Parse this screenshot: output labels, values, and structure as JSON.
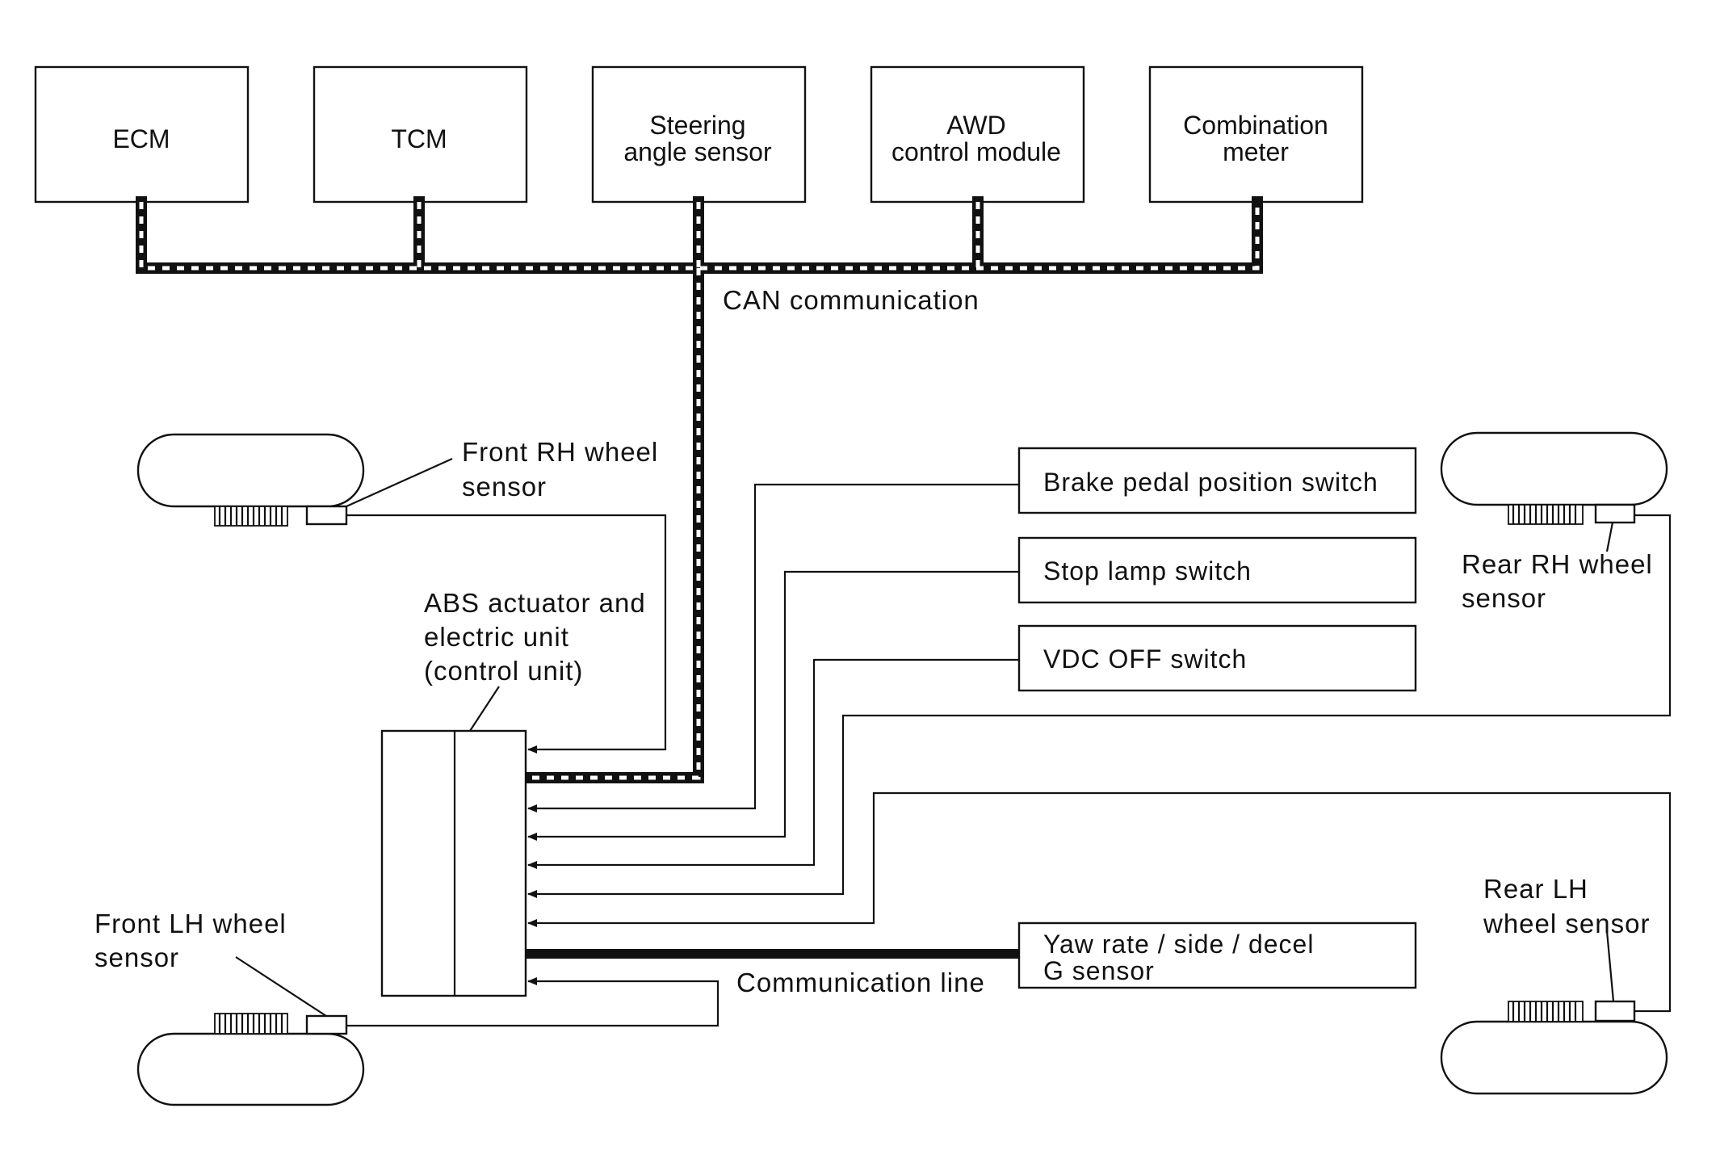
{
  "modules": {
    "ecm": [
      "ECM"
    ],
    "tcm": [
      "TCM"
    ],
    "steering": [
      "Steering",
      "angle sensor"
    ],
    "awd": [
      "AWD",
      "control module"
    ],
    "meter": [
      "Combination",
      "meter"
    ]
  },
  "labels": {
    "can": "CAN communication",
    "comm_line": "Communication line",
    "abs_unit": [
      "ABS actuator and",
      "electric unit",
      "(control unit)"
    ],
    "front_rh": [
      "Front RH wheel",
      "sensor"
    ],
    "front_lh": [
      "Front LH wheel",
      "sensor"
    ],
    "rear_rh": [
      "Rear RH wheel",
      "sensor"
    ],
    "rear_lh": [
      "Rear LH",
      "wheel sensor"
    ]
  },
  "switches": {
    "brake": "Brake pedal position switch",
    "stop": "Stop lamp switch",
    "vdc": "VDC OFF switch",
    "yaw": [
      "Yaw rate / side / decel",
      "G sensor"
    ]
  }
}
